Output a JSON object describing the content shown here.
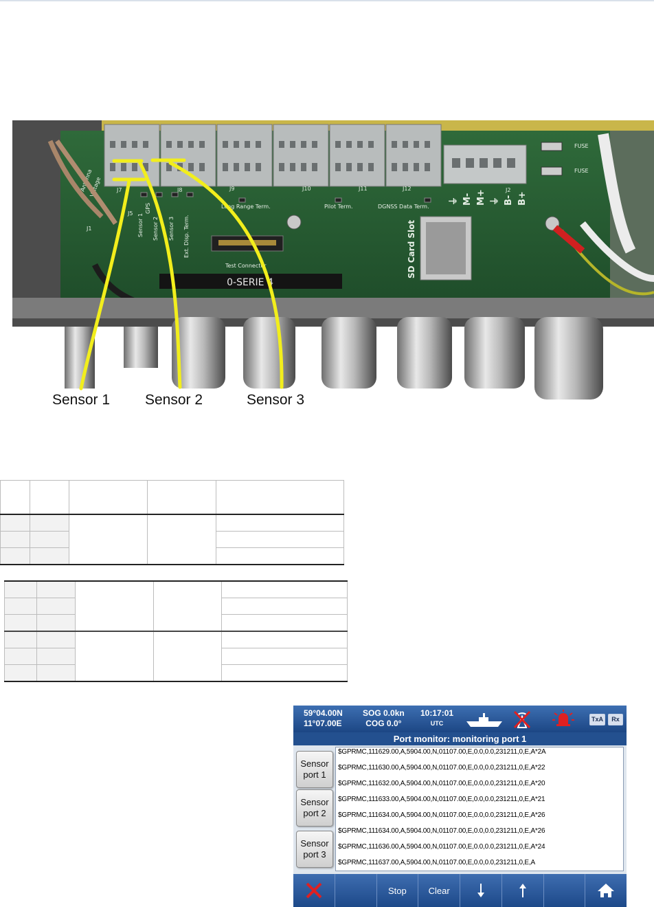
{
  "sensor_labels": [
    "Sensor 1",
    "Sensor 2",
    "Sensor 3"
  ],
  "board": {
    "silkscreen": [
      "J7",
      "J8",
      "J9",
      "J10",
      "J11",
      "J12",
      "J2",
      "J1",
      "J5",
      "Sensor 1",
      "Sensor 2",
      "Sensor 3",
      "Ext. Disp. Term.",
      "Long Range Term.",
      "Pilot Term.",
      "DGNSS Data Term.",
      "Test Connector",
      "SD Card Slot",
      "FUSE",
      "FUSE",
      "GPS",
      "Antenna",
      "Voltage"
    ],
    "power_pins": [
      "⏚",
      "M-",
      "M+",
      "⏚",
      "B-",
      "B+"
    ],
    "model_label": "0-SERIE 4"
  },
  "table1": {
    "rows": 3
  },
  "table2": {
    "rows": 6
  },
  "device": {
    "lat": "59°04.00N",
    "lon": "11°07.00E",
    "sog": "SOG 0.0kn",
    "cog": "COG 0.0°",
    "time": "10:17:01",
    "tz": "UTC",
    "txa": "TxA",
    "rx": "Rx",
    "title": "Port monitor: monitoring port 1",
    "side_buttons": [
      {
        "l1": "Sensor",
        "l2": "port 1"
      },
      {
        "l1": "Sensor",
        "l2": "port 2"
      },
      {
        "l1": "Sensor",
        "l2": "port 3"
      }
    ],
    "lines": [
      "$GPRMC,111629.00,A,5904.00,N,01107.00,E,0.0,0.0,231211,0,E,A*2A",
      "$GPRMC,111630.00,A,5904.00,N,01107.00,E,0.0,0.0,231211,0,E,A*22",
      "$GPRMC,111632.00,A,5904.00,N,01107.00,E,0.0,0.0,231211,0,E,A*20",
      "$GPRMC,111633.00,A,5904.00,N,01107.00,E,0.0,0.0,231211,0,E,A*21",
      "$GPRMC,111634.00,A,5904.00,N,01107.00,E,0.0,0.0,231211,0,E,A*26",
      "$GPRMC,111634.00,A,5904.00,N,01107.00,E,0.0,0.0,231211,0,E,A*26",
      "$GPRMC,111636.00,A,5904.00,N,01107.00,E,0.0,0.0,231211,0,E,A*24",
      "$GPRMC,111637.00,A,5904.00,N,01107.00,E,0.0,0.0,231211,0,E,A"
    ],
    "bottom": {
      "stop": "Stop",
      "clear": "Clear"
    },
    "icons": [
      "close-icon",
      "arrow-down-icon",
      "arrow-up-icon",
      "home-icon",
      "ship-icon",
      "transmitter-off-icon",
      "alarm-icon"
    ],
    "colors": {
      "statusbar": "#2a5898",
      "alarm": "#e02020",
      "close": "#e02020"
    }
  }
}
